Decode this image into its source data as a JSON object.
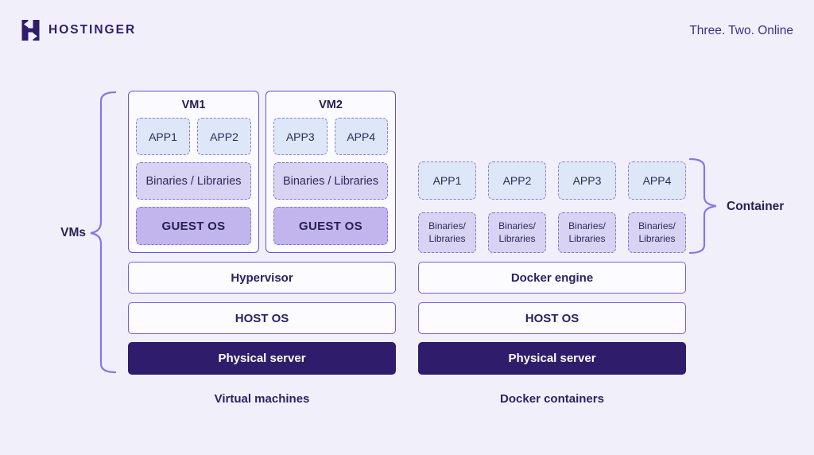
{
  "header": {
    "brand": "HOSTINGER",
    "tagline": "Three. Two. Online"
  },
  "vm_section": {
    "brace_label": "VMs",
    "caption": "Virtual machines",
    "vms": [
      {
        "title": "VM1",
        "apps": [
          "APP1",
          "APP2"
        ],
        "binaries": "Binaries / Libraries",
        "guest_os": "GUEST OS"
      },
      {
        "title": "VM2",
        "apps": [
          "APP3",
          "APP4"
        ],
        "binaries": "Binaries / Libraries",
        "guest_os": "GUEST OS"
      }
    ],
    "layers": {
      "virtualization": "Hypervisor",
      "host_os": "HOST OS",
      "hardware": "Physical server"
    }
  },
  "docker_section": {
    "brace_label": "Container",
    "caption": "Docker containers",
    "containers": [
      {
        "app": "APP1",
        "binaries": "Binaries/\nLibraries"
      },
      {
        "app": "APP2",
        "binaries": "Binaries/\nLibraries"
      },
      {
        "app": "APP3",
        "binaries": "Binaries/\nLibraries"
      },
      {
        "app": "APP4",
        "binaries": "Binaries/\nLibraries"
      }
    ],
    "layers": {
      "virtualization": "Docker engine",
      "host_os": "HOST OS",
      "hardware": "Physical server"
    }
  },
  "colors": {
    "background": "#f1f0fa",
    "brand_dark": "#2f1c6a",
    "accent_purple": "#7a5be0",
    "vm_border": "#6952d2",
    "app_fill": "#dde7f8",
    "binaries_fill": "#d8d2f3",
    "guest_os_fill": "#c2b4ed",
    "server_fill": "#2f1c6a",
    "brace_stroke": "#8a76e8"
  }
}
